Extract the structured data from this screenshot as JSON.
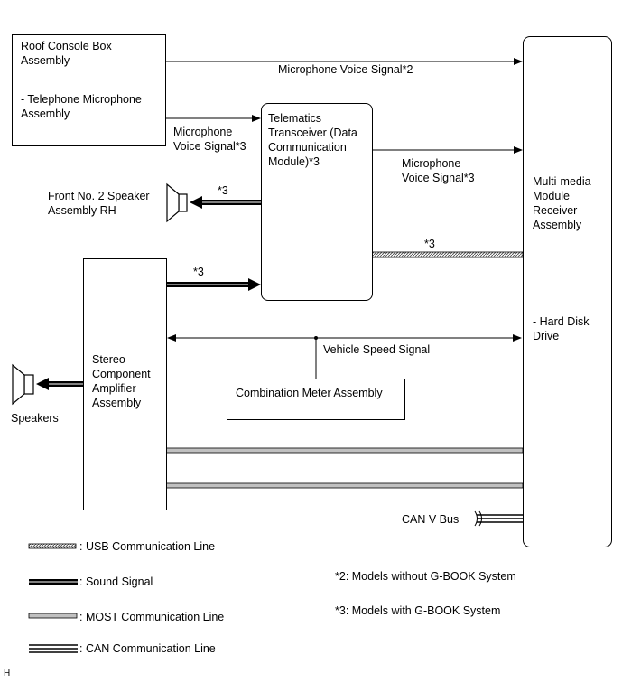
{
  "components": {
    "roof_console": {
      "title": "Roof Console Box\nAssembly",
      "subtitle": "- Telephone Microphone\nAssembly"
    },
    "telematics": "Telematics\nTransceiver (Data\nCommunication\nModule)*3",
    "multimedia": {
      "title": "Multi-media\nModule\nReceiver\nAssembly",
      "subtitle": "- Hard Disk\nDrive"
    },
    "front_speaker": "Front No. 2 Speaker\nAssembly RH",
    "stereo_amp": "Stereo\nComponent\nAmplifier\nAssembly",
    "speakers": "Speakers",
    "combination_meter": "Combination Meter Assembly"
  },
  "signals": {
    "mic_voice_2": "Microphone Voice Signal*2",
    "mic_voice_3_left": "Microphone\nVoice Signal*3",
    "mic_voice_3_right": "Microphone\nVoice Signal*3",
    "star3_front_speaker": "*3",
    "star3_usb": "*3",
    "star3_amp": "*3",
    "vehicle_speed": "Vehicle Speed Signal",
    "can_v_bus": "CAN V Bus"
  },
  "legend": {
    "usb": ": USB Communication Line",
    "sound": ": Sound Signal",
    "most": ": MOST Communication Line",
    "can": ": CAN Communication Line"
  },
  "notes": {
    "note2": "*2: Models without G-BOOK System",
    "note3": "*3: Models with G-BOOK System"
  },
  "corner_mark": "H",
  "colors": {
    "line": "#000000",
    "most_fill": "#c0c0c0",
    "usb_fill": "#9a9a9a"
  }
}
